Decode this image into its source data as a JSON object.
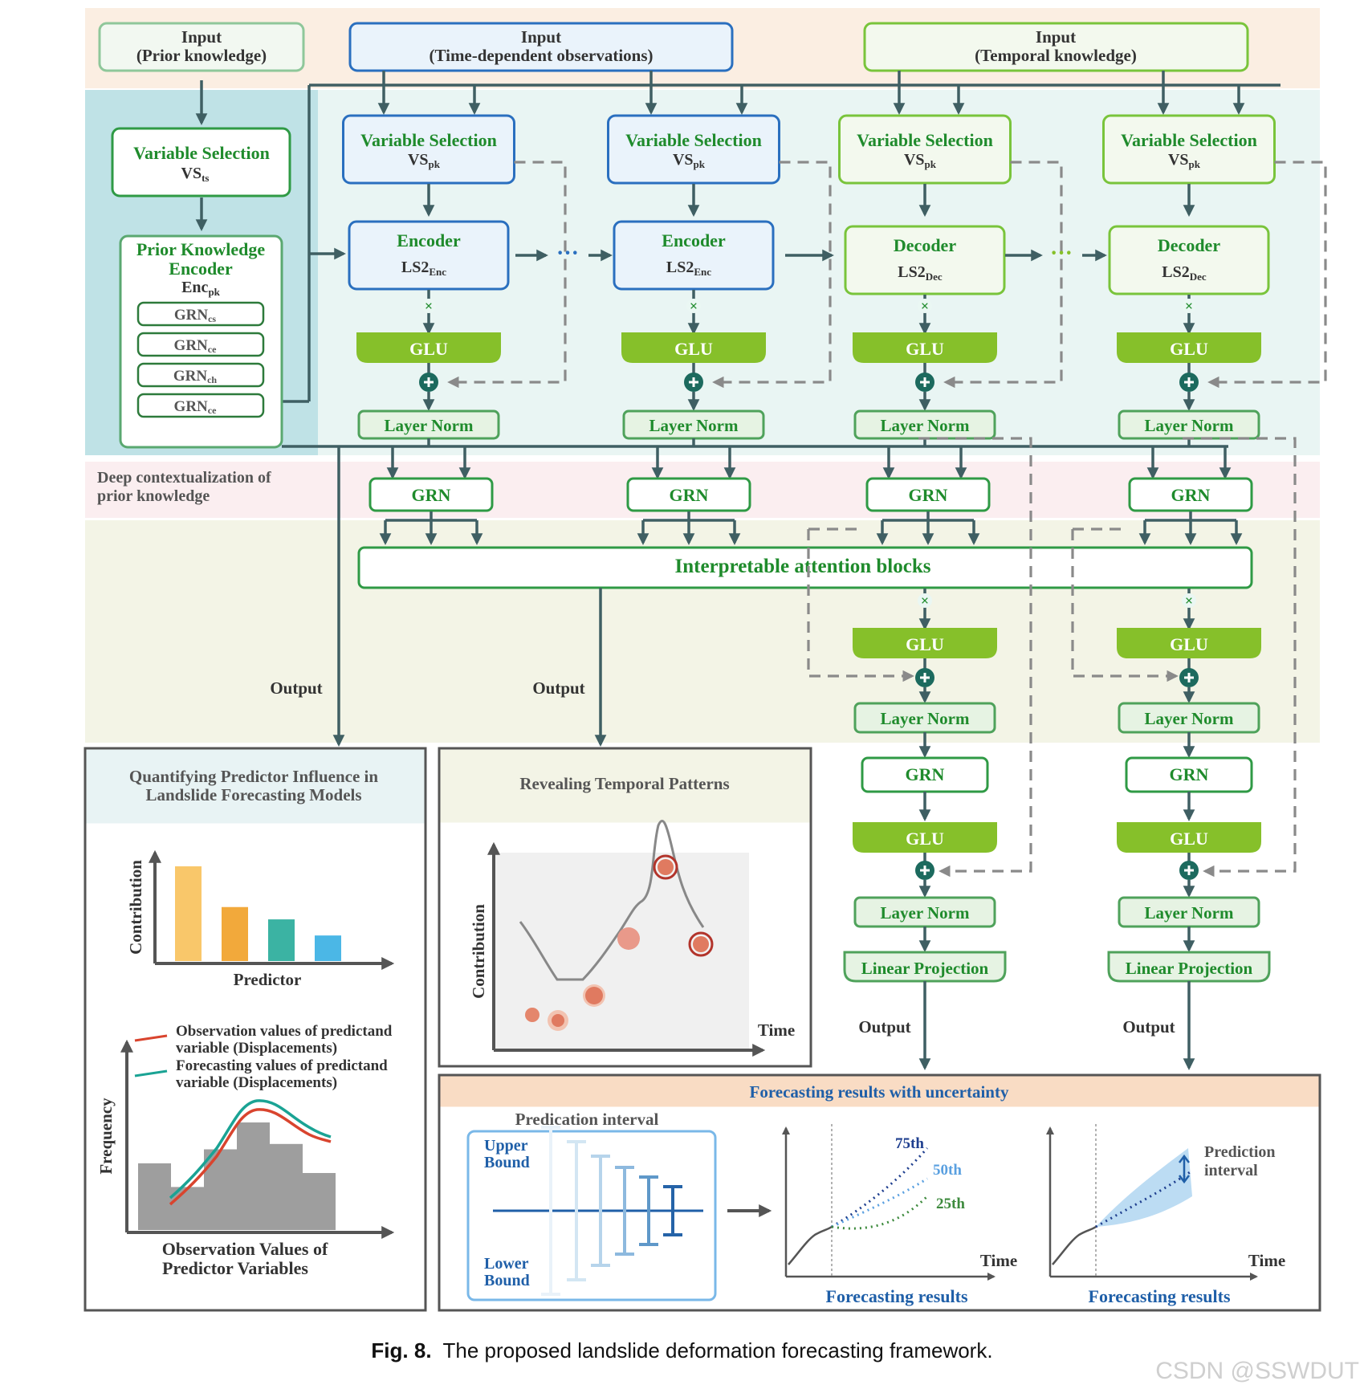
{
  "inputs": {
    "prior": [
      "Input",
      "(Prior knowledge)"
    ],
    "time_dependent": [
      "Input",
      "(Time-dependent observations)"
    ],
    "temporal": [
      "Input",
      "(Temporal knowledge)"
    ]
  },
  "prior_branch": {
    "variable_selection": "Variable Selection",
    "vs_sub": "VS",
    "vs_sub_index": "ts",
    "encoder_title": [
      "Prior Knowledge",
      "Encoder"
    ],
    "enc_sub": "Enc",
    "enc_sub_index": "pk",
    "grns": [
      {
        "base": "GRN",
        "idx": "cs"
      },
      {
        "base": "GRN",
        "idx": "ce"
      },
      {
        "base": "GRN",
        "idx": "ch"
      },
      {
        "base": "GRN",
        "idx": "ce"
      }
    ]
  },
  "columns": [
    {
      "vs": "Variable Selection",
      "vs_sub": "VS",
      "vs_idx": "pk",
      "coder": "Encoder",
      "ls": "LS2",
      "ls_idx": "Enc"
    },
    {
      "vs": "Variable Selection",
      "vs_sub": "VS",
      "vs_idx": "pk",
      "coder": "Encoder",
      "ls": "LS2",
      "ls_idx": "Enc"
    },
    {
      "vs": "Variable Selection",
      "vs_sub": "VS",
      "vs_idx": "pk",
      "coder": "Decoder",
      "ls": "LS2",
      "ls_idx": "Dec"
    },
    {
      "vs": "Variable Selection",
      "vs_sub": "VS",
      "vs_idx": "pk",
      "coder": "Decoder",
      "ls": "LS2",
      "ls_idx": "Dec"
    }
  ],
  "blocks": {
    "glu": "GLU",
    "layer_norm": "Layer Norm",
    "grn": "GRN",
    "linear_projection": "Linear Projection",
    "multiply": "×",
    "attention": "Interpretable attention blocks",
    "output": "Output"
  },
  "bands": {
    "deep_context": [
      "Deep contextualization of",
      "prior knowledge"
    ]
  },
  "panels": {
    "influence": {
      "title": [
        "Quantifying Predictor Influence in",
        "Landslide Forecasting Models"
      ],
      "bar_ylabel": "Contribution",
      "bar_xlabel": "Predictor",
      "bar_values": [
        1.0,
        0.57,
        0.44,
        0.27
      ],
      "bar_colors": [
        "#f9c76a",
        "#f2a93b",
        "#3bb3a3",
        "#4bb7e6"
      ],
      "legend": [
        {
          "color": "#d9442e",
          "lines": [
            "Observation values of predictand",
            "variable (Displacements)"
          ]
        },
        {
          "color": "#1aa394",
          "lines": [
            "Forecasting values of predictand",
            "variable (Displacements)"
          ]
        }
      ],
      "hist_ylabel": "Frequency",
      "hist_xlabel": [
        "Observation Values of",
        "Predictor Variables"
      ],
      "hist_values": [
        0.62,
        0.4,
        0.75,
        1.0,
        0.8,
        0.53
      ]
    },
    "temporal": {
      "title": "Revealing Temporal Patterns",
      "ylabel": "Contribution",
      "xlabel": "Time"
    },
    "uncertainty": {
      "title": "Forecasting results with uncertainty",
      "interval_title": "Predication interval",
      "upper": [
        "Upper",
        "Bound"
      ],
      "lower": [
        "Lower",
        "Bound"
      ],
      "q75": "75th",
      "q50": "50th",
      "q25": "25th",
      "time": "Time",
      "result_label": "Forecasting results",
      "pred_interval": [
        "Prediction",
        "interval"
      ]
    }
  },
  "caption": {
    "label": "Fig. 8.",
    "text": "The proposed landslide deformation forecasting framework."
  },
  "watermark": "CSDN @SSWDUT",
  "colors": {
    "band_input": "#fbeee2",
    "band_encoder_left": "#bfe2e6",
    "band_encoder": "#e9f5f3",
    "band_context": "#fbeef0",
    "band_attention": "#f3f4e6"
  }
}
